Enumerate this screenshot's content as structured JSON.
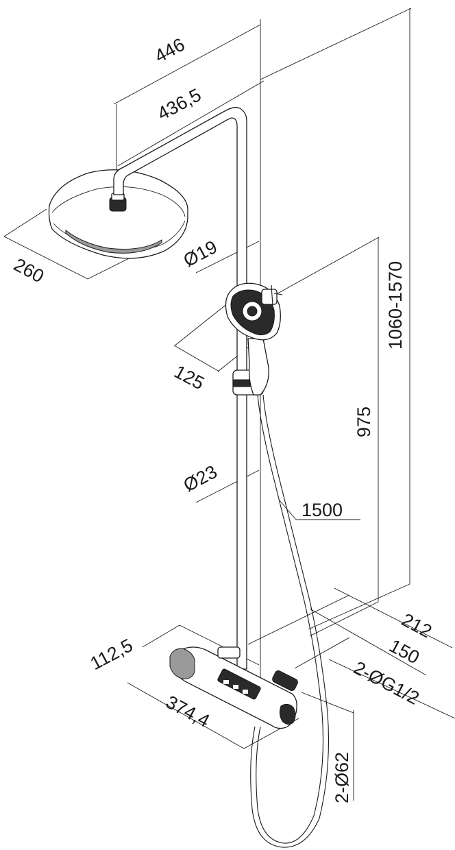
{
  "dimensions": {
    "overhead_width": "446",
    "arm_reach": "436,5",
    "head_depth": "260",
    "upper_pipe_diameter": "Ø19",
    "hand_shower_diameter": "125",
    "total_height": "1060-1570",
    "outlet_height": "975",
    "lower_pipe_diameter": "Ø23",
    "hose_length": "1500",
    "wall_to_pipe_max": "212",
    "wall_to_pipe": "150",
    "inlet_thread": "2-ØG1/2",
    "inlet_offset": "112,5",
    "mixer_length": "374,4",
    "mixer_diameter": "2-Ø62"
  }
}
